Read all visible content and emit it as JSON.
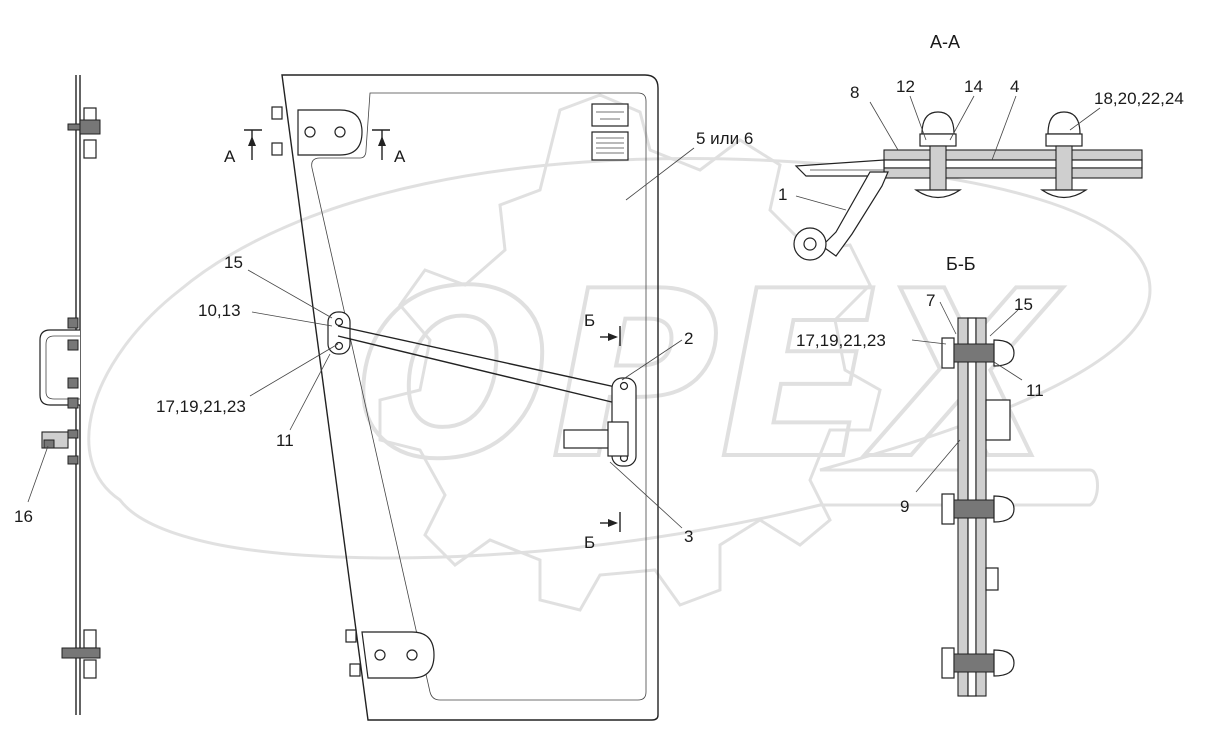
{
  "watermark": {
    "text": "OPEX",
    "color": "#c8c8c8"
  },
  "sections": {
    "aa": "А-А",
    "bb": "Б-Б"
  },
  "cut_marks": {
    "a_left": "А",
    "a_right": "А",
    "b_top": "Б",
    "b_bottom": "Б"
  },
  "callouts": {
    "c1": "1",
    "c2": "2",
    "c3": "3",
    "c4": "4",
    "c5": "5 или 6",
    "c7": "7",
    "c8": "8",
    "c9": "9",
    "c10": "10,13",
    "c11_left": "11",
    "c11_right": "11",
    "c12": "12",
    "c14": "14",
    "c15_left": "15",
    "c15_right": "15",
    "c16": "16",
    "c17_left": "17,19,21,23",
    "c17_right": "17,19,21,23",
    "c18": "18,20,22,24"
  }
}
